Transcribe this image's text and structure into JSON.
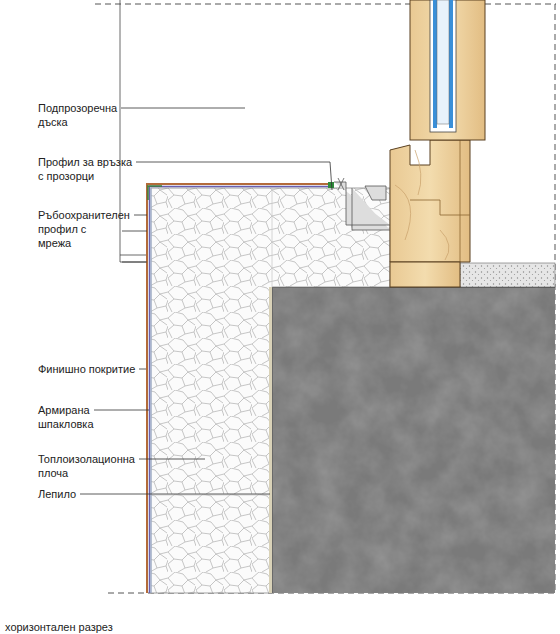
{
  "diagram": {
    "caption": "хоризонтален разрез",
    "labels": [
      "Подпрозоречна дъска",
      "Профил за връзка с прозорци",
      "Ръбоохранителен профил с мрежа",
      "Финишно покритие",
      "Армирана шпакловка",
      "Топлоизолационна плоча",
      "Лепило"
    ]
  }
}
